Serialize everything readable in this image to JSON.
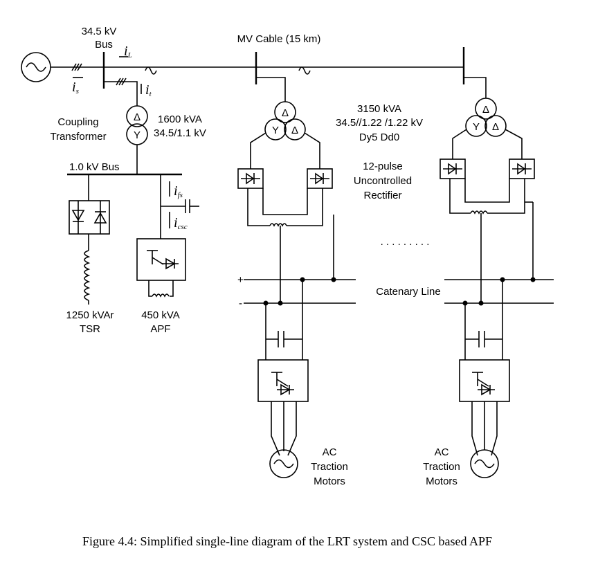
{
  "labels": {
    "bus_345": "34.5 kV",
    "bus_word": "Bus",
    "mv_cable": "MV Cable (15 km)",
    "coupling_1": "Coupling",
    "coupling_2": "Transformer",
    "ct_rating": "1600 kVA",
    "ct_voltage": "34.5/1.1 kV",
    "bus_10": "1.0 kV Bus",
    "tr_rating": "3150 kVA",
    "tr_voltage": "34.5//1.22 /1.22 kV",
    "tr_vector": "Dy5 Dd0",
    "rect_1": "12-pulse",
    "rect_2": "Uncontrolled",
    "rect_3": "Rectifier",
    "tsr_1": "1250 kVAr",
    "tsr_2": "TSR",
    "apf_1": "450 kVA",
    "apf_2": "APF",
    "catenary": "Catenary Line",
    "plus": "+",
    "minus": "-",
    "ellipsis": ". . . . . . . . .",
    "motor_a1": "AC",
    "motor_a2": "Traction",
    "motor_a3": "Motors",
    "delta": "Δ",
    "wye": "Y"
  },
  "symbols": {
    "iL": {
      "base": "i",
      "sub": "L"
    },
    "is": {
      "base": "i",
      "sub": "s"
    },
    "it": {
      "base": "i",
      "sub": "t"
    },
    "ifs": {
      "base": "i",
      "sub": "fs"
    },
    "icsc": {
      "base": "i",
      "sub": "csc"
    }
  },
  "caption": "Figure 4.4: Simplified single-line diagram of the LRT system and CSC based APF"
}
